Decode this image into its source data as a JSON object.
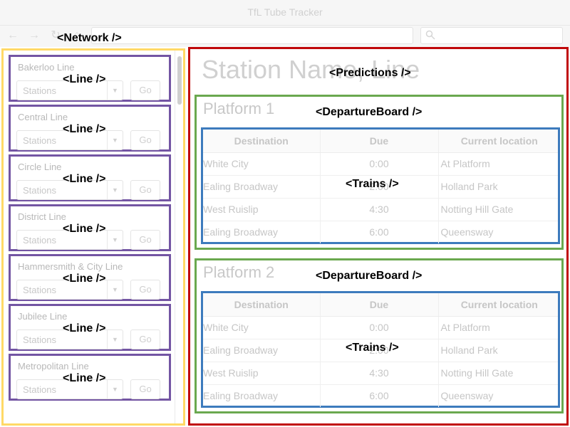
{
  "window": {
    "title": "TfL Tube Tracker"
  },
  "toolbar": {
    "back_glyph": "←",
    "forward_glyph": "→",
    "reload_glyph": "↻",
    "home_glyph": "⌂"
  },
  "annotations": {
    "network": "<Network />",
    "line": "<Line />",
    "predictions": "<Predictions />",
    "departure_board": "<DepartureBoard />",
    "trains": "<Trains />"
  },
  "network": {
    "lines": [
      {
        "name": "Bakerloo Line",
        "select_placeholder": "Stations",
        "go_label": "Go"
      },
      {
        "name": "Central Line",
        "select_placeholder": "Stations",
        "go_label": "Go"
      },
      {
        "name": "Circle Line",
        "select_placeholder": "Stations",
        "go_label": "Go"
      },
      {
        "name": "District Line",
        "select_placeholder": "Stations",
        "go_label": "Go"
      },
      {
        "name": "Hammersmith & City Line",
        "select_placeholder": "Stations",
        "go_label": "Go"
      },
      {
        "name": "Jubilee Line",
        "select_placeholder": "Stations",
        "go_label": "Go"
      },
      {
        "name": "Metropolitan Line",
        "select_placeholder": "Stations",
        "go_label": "Go"
      }
    ]
  },
  "predictions": {
    "title": "Station Name, Line",
    "boards": [
      {
        "platform": "Platform 1",
        "columns": [
          "Destination",
          "Due",
          "Current location"
        ],
        "rows": [
          [
            "White City",
            "0:00",
            "At Platform"
          ],
          [
            "Ealing Broadway",
            "2:00",
            "Holland Park"
          ],
          [
            "West Ruislip",
            "4:30",
            "Notting Hill Gate"
          ],
          [
            "Ealing Broadway",
            "6:00",
            "Queensway"
          ]
        ]
      },
      {
        "platform": "Platform 2",
        "columns": [
          "Destination",
          "Due",
          "Current location"
        ],
        "rows": [
          [
            "White City",
            "0:00",
            "At Platform"
          ],
          [
            "Ealing Broadway",
            "2:00",
            "Holland Park"
          ],
          [
            "West Ruislip",
            "4:30",
            "Notting Hill Gate"
          ],
          [
            "Ealing Broadway",
            "6:00",
            "Queensway"
          ]
        ]
      }
    ]
  }
}
